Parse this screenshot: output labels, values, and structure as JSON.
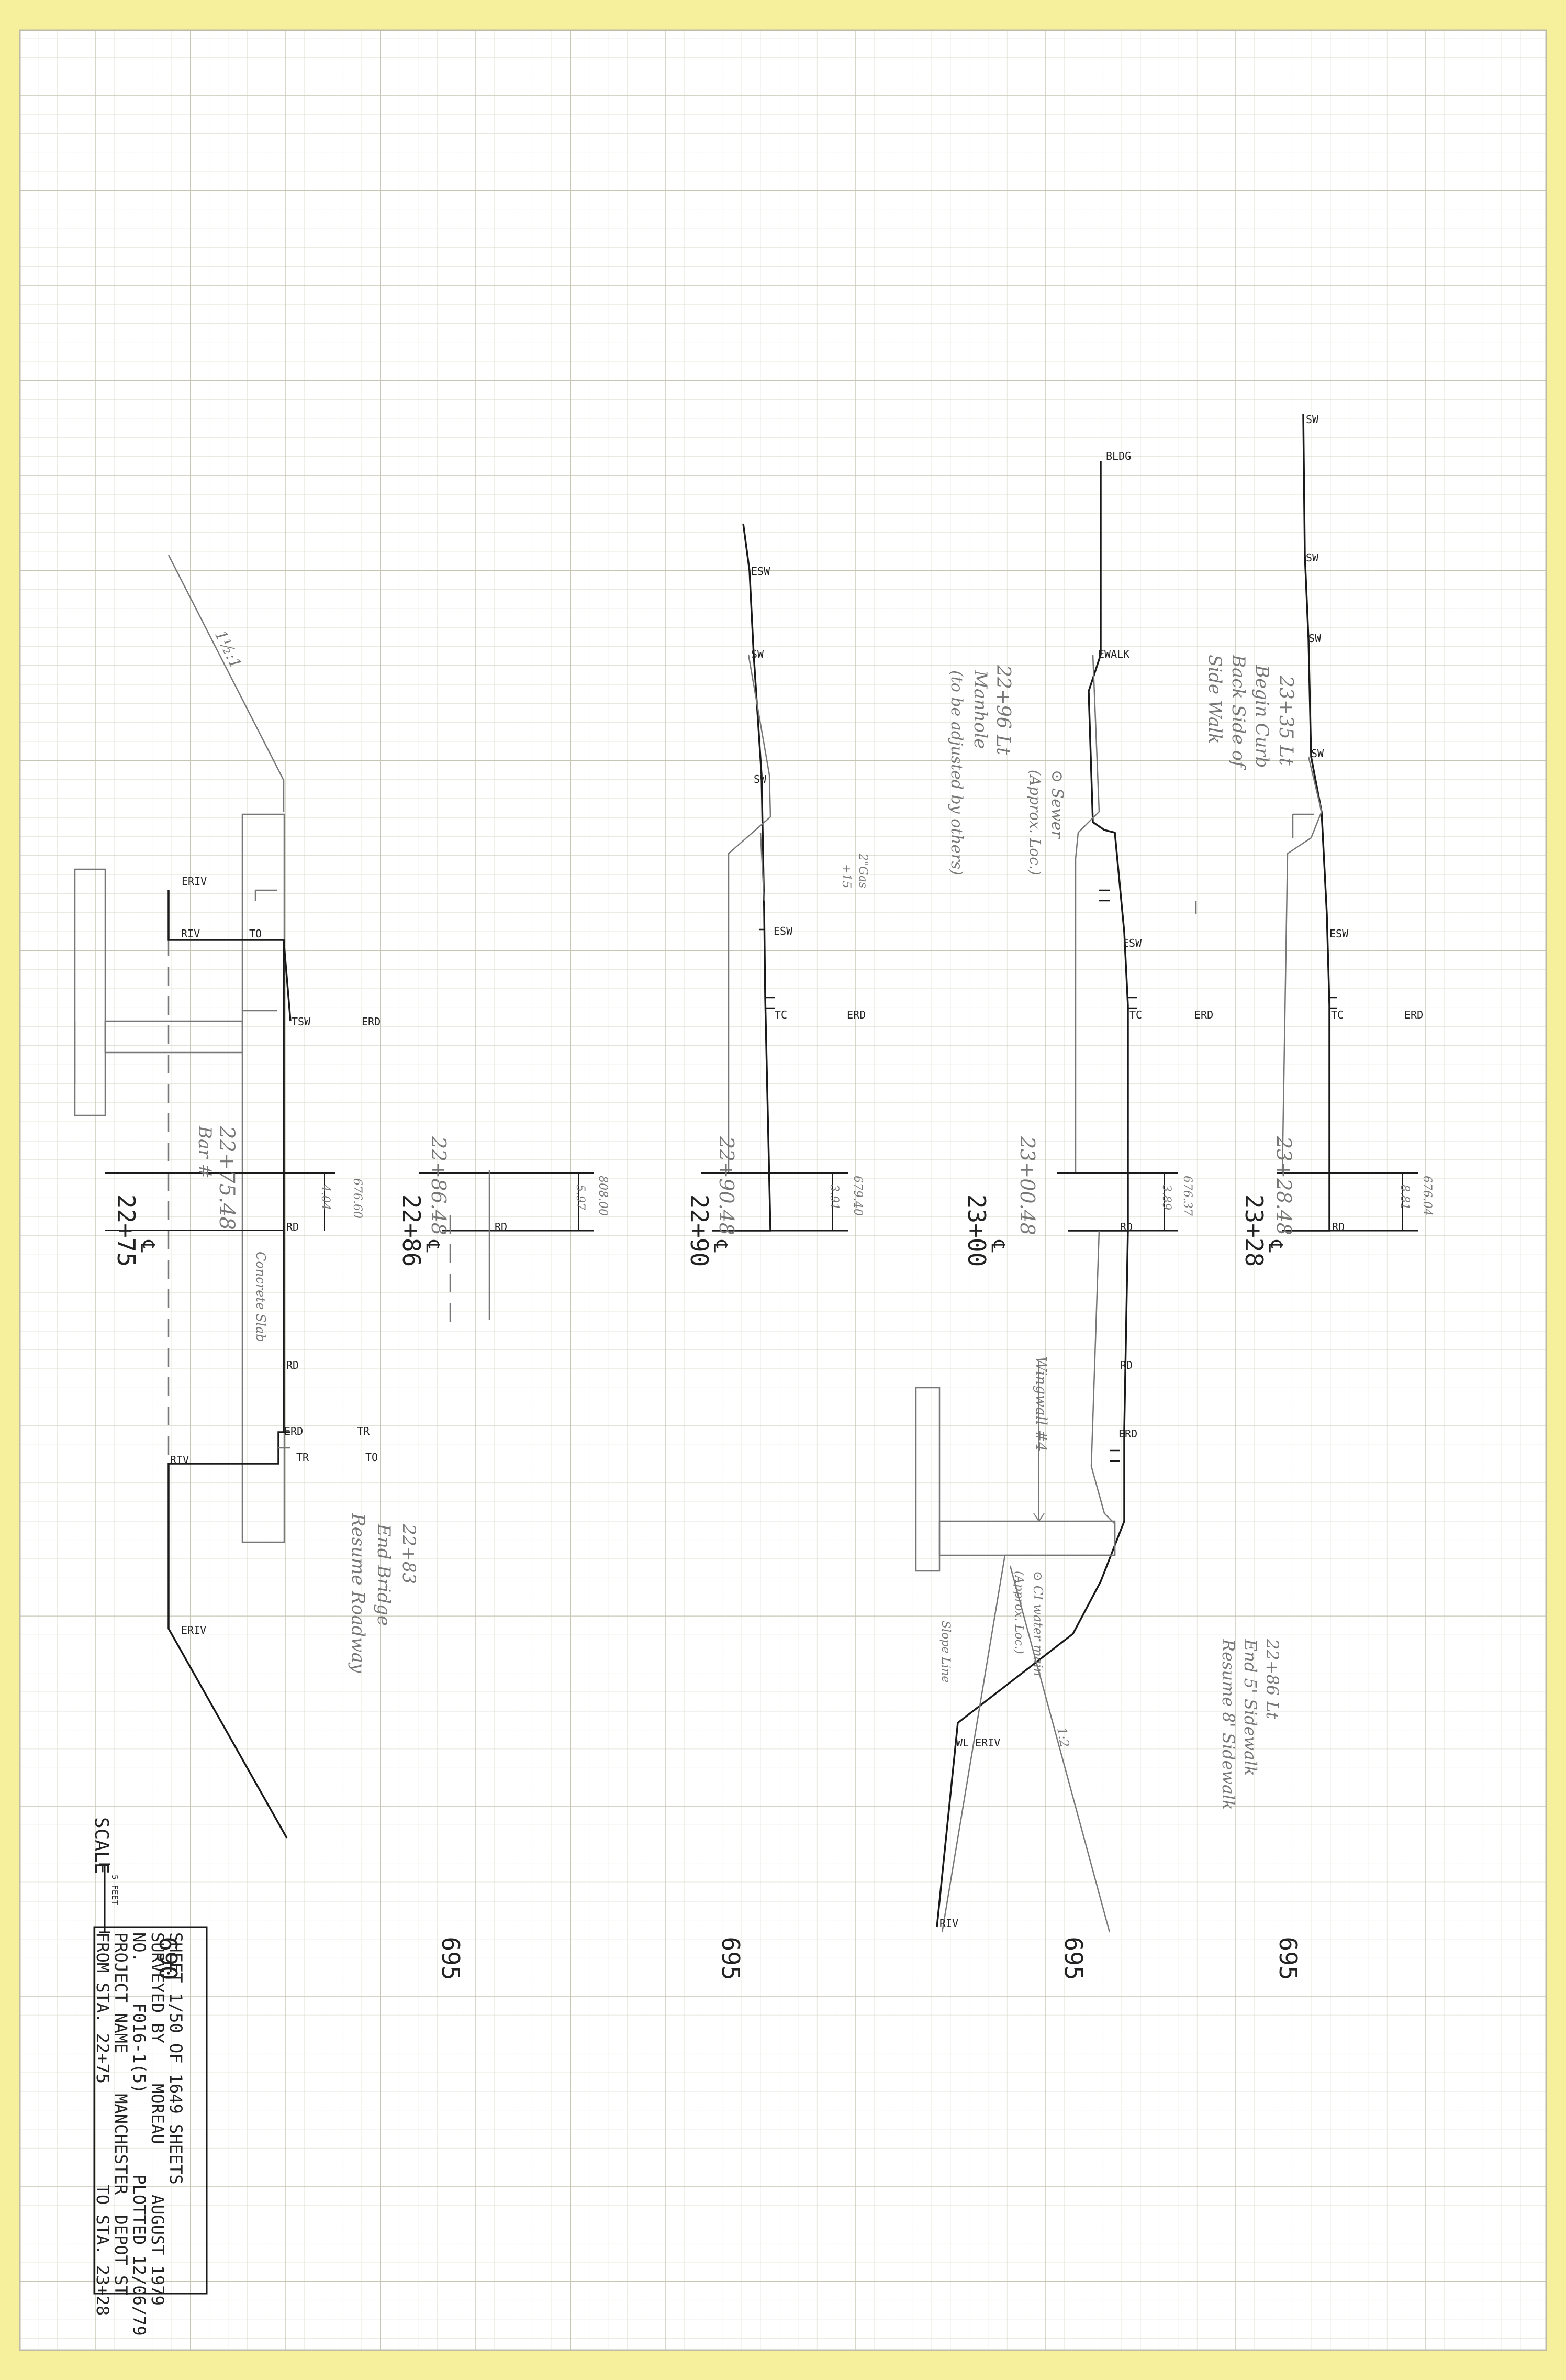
{
  "colors": {
    "paper": "#fbf7d6",
    "grid": "#d6d6c6",
    "ink": "#1a1a1a",
    "pencil": "#8a8a8a",
    "accent_edge": "#f2e88e"
  },
  "sections": [
    {
      "station": "22+75",
      "centerline": "℄",
      "elevation": "690",
      "datum": "676.60",
      "height": "4.04",
      "labels": [
        "ERIV",
        "RIV",
        "TO",
        "TSW",
        "ERD",
        "RD",
        "RD",
        "ERD",
        "TR",
        "TR",
        "TO",
        "RIV",
        "ERIV"
      ],
      "notes": [
        "1½:1",
        "22+75.48",
        "Bar #",
        "Concrete Slab",
        "22+83",
        "End Bridge",
        "Resume Roadway"
      ]
    },
    {
      "station": "22+86",
      "centerline": "℄",
      "elevation": "695",
      "datum": "808.00",
      "height": "5.97",
      "labels": [
        "RD"
      ],
      "notes": [
        "22+86.48"
      ]
    },
    {
      "station": "22+90",
      "centerline": "℄",
      "elevation": "695",
      "datum": "679.40",
      "height": "3.91",
      "labels": [
        "ESW",
        "SW",
        "SW",
        "ESW",
        "TC",
        "ERD"
      ],
      "notes": [
        "22+96 Lt",
        "Manhole",
        "(to be adjusted by others)",
        "⊙ Sewer",
        "(Approx. Loc.)",
        "2\"Gas",
        "+15",
        "22+90.48"
      ]
    },
    {
      "station": "23+00",
      "centerline": "℄",
      "elevation": "695",
      "datum": "676.37",
      "height": "3.89",
      "labels": [
        "BLDG",
        "EWALK",
        "ESW",
        "TC",
        "ERD",
        "RD",
        "RD",
        "ERD",
        "WL ERIV",
        "RIV"
      ],
      "notes": [
        "23+00.48",
        "Wingwall #4",
        "Slope Line",
        "⊙ CI water main",
        "(Approx. Loc.)",
        "1:2"
      ]
    },
    {
      "station": "23+28",
      "centerline": "℄",
      "elevation": "695",
      "datum": "676.04",
      "height": "8.81",
      "labels": [
        "SW",
        "SW",
        "SW",
        "SW",
        "ESW",
        "TC",
        "ERD",
        "RD"
      ],
      "notes": [
        "23+35 Lt",
        "Begin Curb",
        "Back Side of",
        "Side Walk",
        "23+28.48",
        "22+86 Lt",
        "End 5' Sidewalk",
        "Resume 8' Sidewalk"
      ]
    }
  ],
  "scale": {
    "label": "SCALE",
    "unit": "5 FEET"
  },
  "title_block": {
    "line1": "FROM STA. 22+75          TO STA. 23+28",
    "line2": "PROJECT NAME    MANCHESTER  DEPOT ST",
    "line3": "NO.    F016-1(5)        PLOTTED 12/06/79",
    "line4": "SURVEYED BY    MOREAU     AUGUST 1979",
    "line5": "SHEET 1/50 OF 1649 SHEETS"
  }
}
